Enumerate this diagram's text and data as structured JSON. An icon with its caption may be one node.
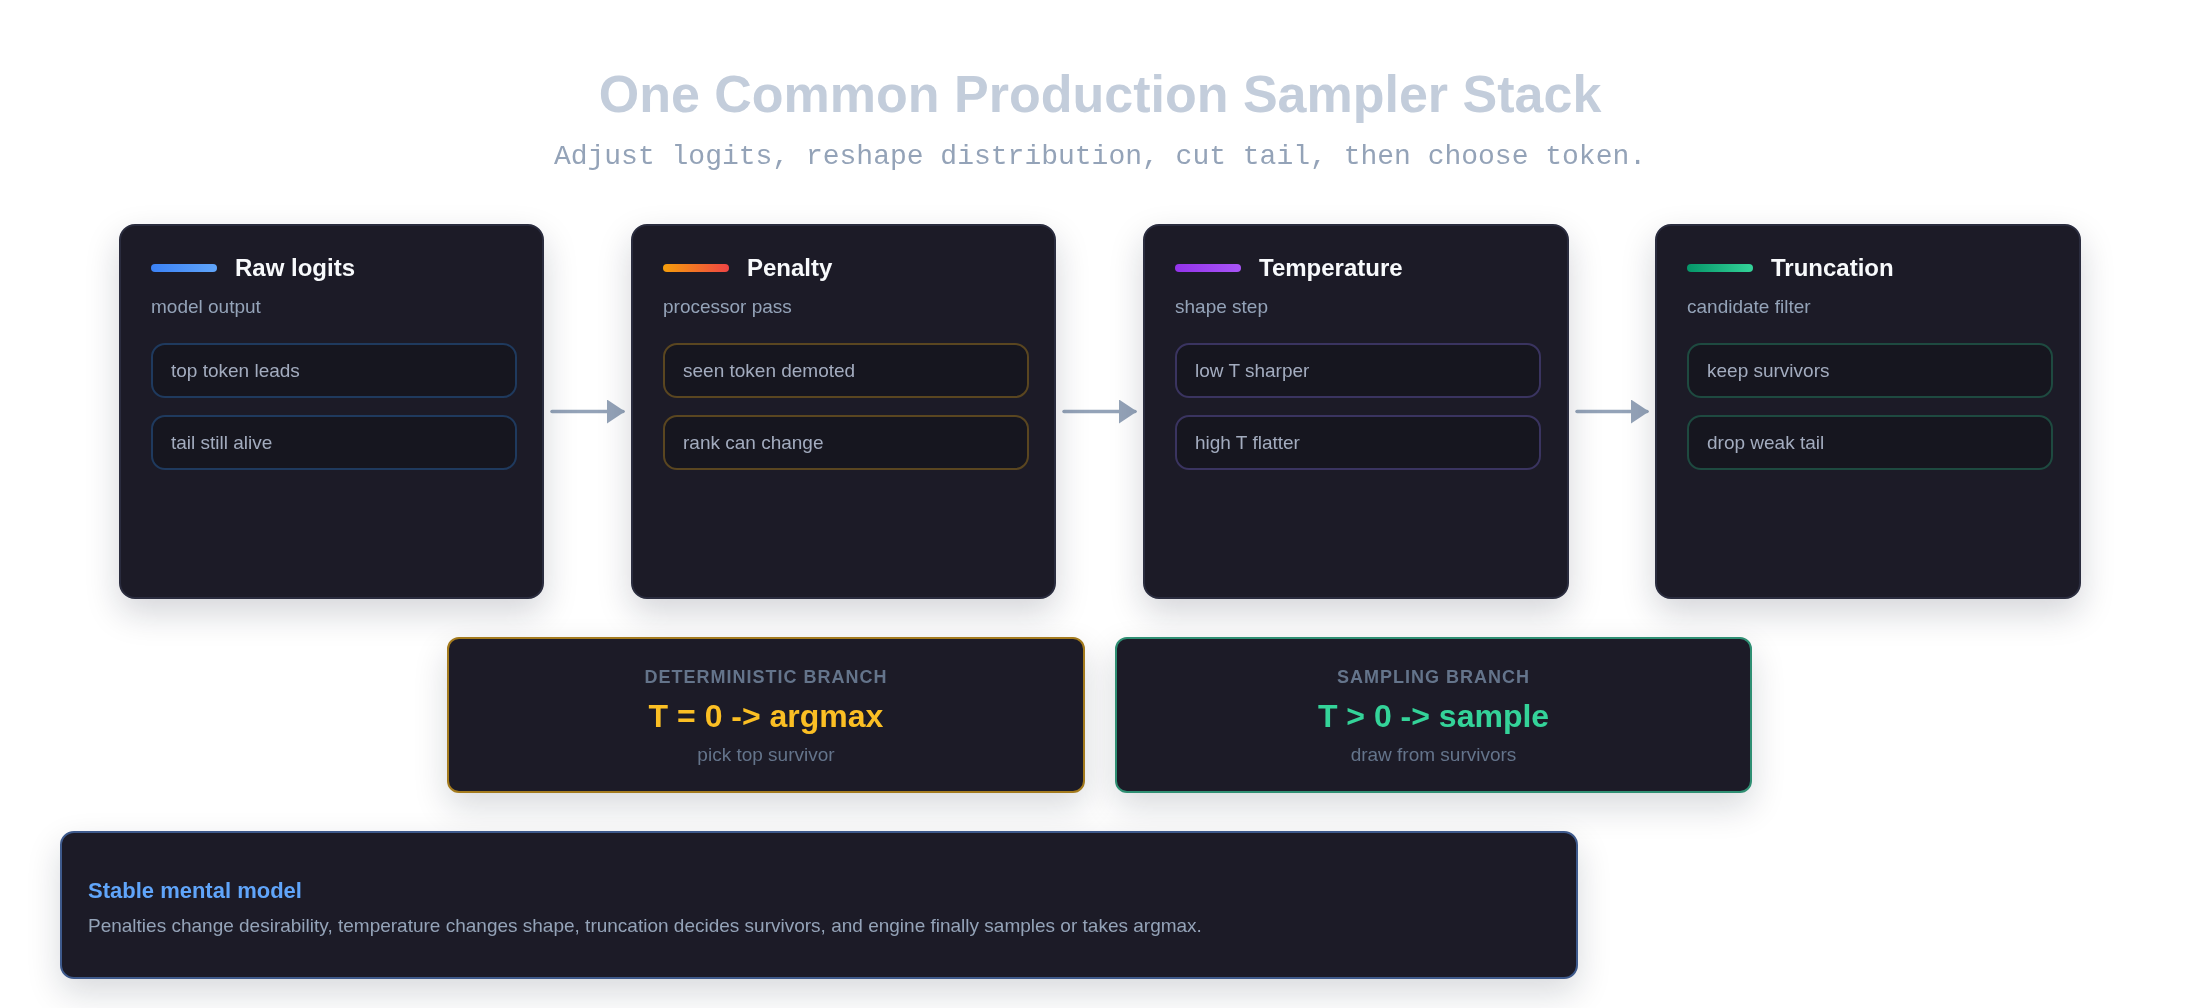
{
  "diagram": {
    "title": "One Common Production Sampler Stack",
    "caption": "Adjust logits, reshape distribution, cut tail, then choose token.",
    "nodes": [
      {
        "text": [
          "Raw logits",
          "model output"
        ]
      },
      {
        "text": [
          "top token leads"
        ],
        "in": 0
      },
      {
        "text": [
          "tail still alive"
        ],
        "in": 0
      },
      {
        "text": [
          "Penalty",
          "processor pass"
        ]
      },
      {
        "text": [
          "seen token demoted"
        ],
        "in": 3
      },
      {
        "text": [
          "rank can change"
        ],
        "in": 3
      },
      {
        "text": [
          "Temperature",
          "shape step"
        ]
      },
      {
        "text": [
          "low T sharper"
        ],
        "in": 6
      },
      {
        "text": [
          "high T flatter"
        ],
        "in": 6
      },
      {
        "text": [
          "Truncation",
          "candidate filter"
        ]
      },
      {
        "text": [
          "keep survivors"
        ],
        "in": 9
      },
      {
        "text": [
          "drop weak tail"
        ],
        "in": 9
      },
      {
        "text": [
          "DETERMINISTIC BRANCH",
          "T = 0 -> argmax",
          "pick top survivor"
        ]
      },
      {
        "text": [
          "SAMPLING BRANCH",
          "T > 0 -> sample",
          "draw from survivors"
        ]
      },
      {
        "text": [
          "Stable mental model",
          "Penalties change desirability, temperature changes shape, truncation decides survivors, and engine finally samples or takes argmax."
        ]
      }
    ],
    "edges": [
      {
        "from": 0,
        "to": 3,
        "arrow": "to"
      },
      {
        "from": 3,
        "to": 6,
        "arrow": "to"
      },
      {
        "from": 6,
        "to": 9,
        "arrow": "to"
      }
    ]
  }
}
